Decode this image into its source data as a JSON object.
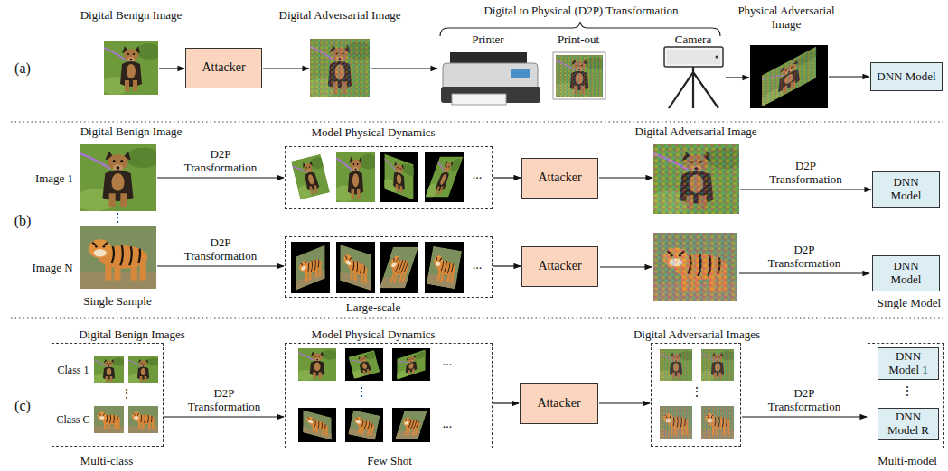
{
  "diagram": {
    "nodes": [
      {
        "text": [
          "Digital Benign Image"
        ]
      },
      {
        "text": [
          "Attacker"
        ]
      },
      {
        "text": [
          "Digital Adversarial Image"
        ]
      },
      {
        "text": [
          "Printer"
        ]
      },
      {
        "text": [
          "Print-out"
        ]
      },
      {
        "text": [
          "Camera"
        ]
      },
      {
        "text": [
          "Physical Adversarial Image"
        ]
      },
      {
        "text": [
          "DNN Model"
        ]
      },
      {
        "text": [
          "Digital Benign Image",
          "Image 1"
        ]
      },
      {
        "text": [
          "Model Physical Dynamics"
        ]
      },
      {
        "text": [
          "Attacker"
        ]
      },
      {
        "text": [
          "Digital Adversarial Image"
        ]
      },
      {
        "text": [
          "DNN Model"
        ]
      },
      {
        "text": [
          "Image N",
          "Single Sample"
        ]
      },
      {
        "text": [
          "Large-scale"
        ]
      },
      {
        "text": [
          "Attacker"
        ]
      },
      {
        "text": [
          "DNN Model",
          "Single Model"
        ]
      },
      {
        "text": [
          "Digital Benign Images",
          "Class 1",
          "Class C",
          "Multi-class"
        ]
      },
      {
        "text": [
          "Model Physical Dynamics",
          "Few Shot"
        ]
      },
      {
        "text": [
          "Attacker"
        ]
      },
      {
        "text": [
          "Digital Adversarial Images"
        ]
      },
      {
        "text": [
          "Multi-model"
        ]
      },
      {
        "text": [
          "DNN Model 1"
        ],
        "in": 21
      },
      {
        "text": [
          "DNN Model R"
        ],
        "in": 21
      }
    ],
    "edges": [
      {
        "from": 0,
        "to": 1,
        "arrow": "to"
      },
      {
        "from": 1,
        "to": 2,
        "arrow": "to"
      },
      {
        "from": 2,
        "to": 3,
        "arrow": "to"
      },
      {
        "from": 5,
        "to": 6,
        "arrow": "to"
      },
      {
        "from": 6,
        "to": 7,
        "arrow": "to"
      },
      {
        "from": 8,
        "to": 9,
        "label": "D2P Transformation",
        "arrow": "to"
      },
      {
        "from": 9,
        "to": 10,
        "arrow": "to"
      },
      {
        "from": 10,
        "to": 11,
        "arrow": "to"
      },
      {
        "from": 11,
        "to": 12,
        "label": "D2P Transformation",
        "arrow": "to"
      },
      {
        "from": 13,
        "to": 14,
        "label": "D2P Transformation",
        "arrow": "to"
      },
      {
        "from": 14,
        "to": 15,
        "arrow": "to"
      },
      {
        "from": 17,
        "to": 18,
        "label": "D2P Transformation",
        "arrow": "to"
      },
      {
        "from": 18,
        "to": 19,
        "arrow": "to"
      },
      {
        "from": 19,
        "to": 20,
        "arrow": "to"
      },
      {
        "from": 20,
        "to": 21,
        "label": "D2P Transformation",
        "arrow": "to"
      }
    ],
    "labels": [
      "(a)",
      "Digital to Physical (D2P) Transformation",
      "(b)",
      "...",
      "⋮",
      "...",
      "D2P Transformation",
      "(c)",
      "⋮",
      "...",
      "⋮",
      "...",
      "⋮",
      "⋮"
    ]
  }
}
